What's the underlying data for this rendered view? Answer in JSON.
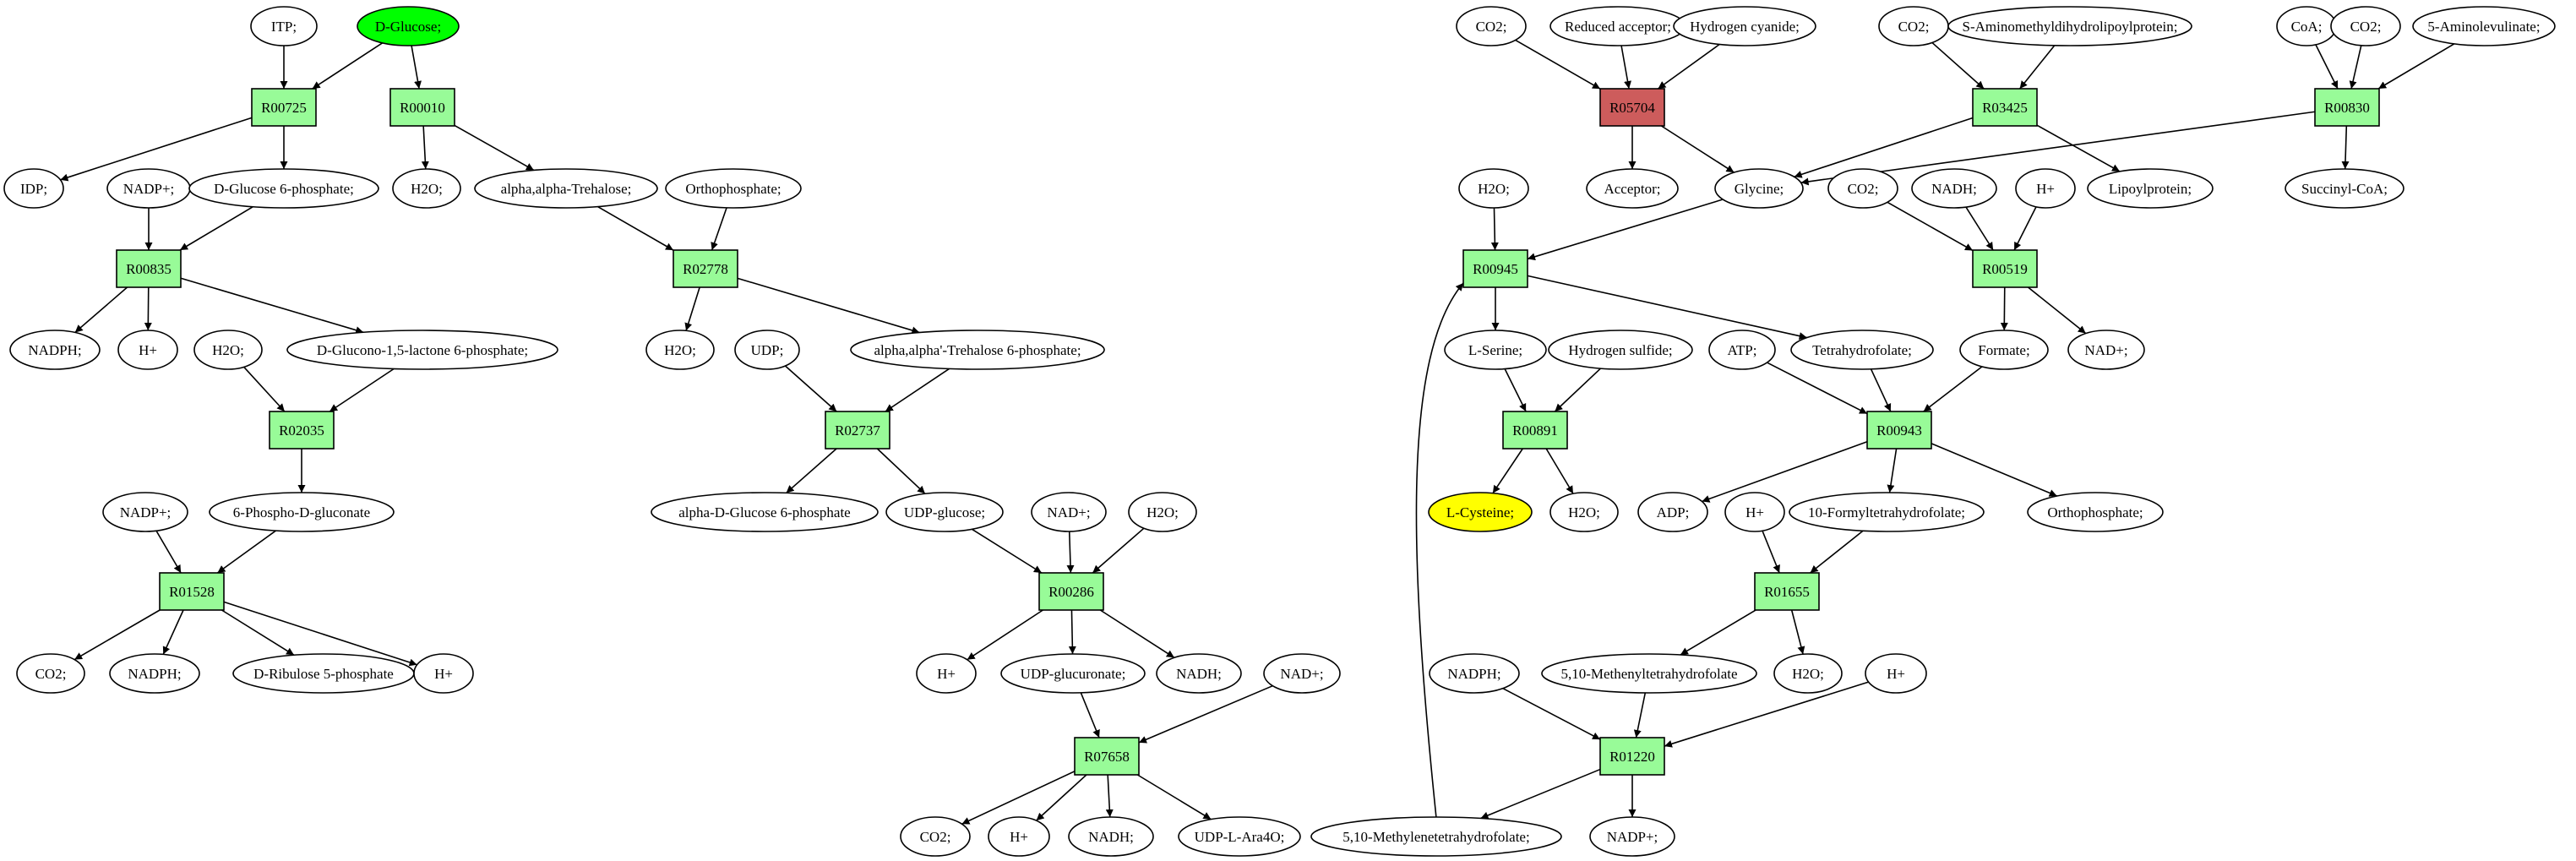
{
  "colors": {
    "background": "#ffffff",
    "metabolite": "#ffffff",
    "reaction": "#98fb98",
    "highlighted_reaction": "#cd5c5c",
    "source_metabolite": "#00ff00",
    "target_metabolite": "#ffff00",
    "edge": "#000000"
  },
  "nodes": [
    {
      "id": "itp",
      "label": "ITP;",
      "kind": "metabolite"
    },
    {
      "id": "dglucose",
      "label": "D-Glucose;",
      "kind": "metabolite",
      "highlight": "source"
    },
    {
      "id": "r00725",
      "label": "R00725",
      "kind": "reaction"
    },
    {
      "id": "r00010",
      "label": "R00010",
      "kind": "reaction"
    },
    {
      "id": "idp",
      "label": "IDP;",
      "kind": "metabolite"
    },
    {
      "id": "nadp_a",
      "label": "NADP+;",
      "kind": "metabolite"
    },
    {
      "id": "dg6p",
      "label": "D-Glucose 6-phosphate;",
      "kind": "metabolite"
    },
    {
      "id": "h2o_a",
      "label": "H2O;",
      "kind": "metabolite"
    },
    {
      "id": "trehalose",
      "label": "alpha,alpha-Trehalose;",
      "kind": "metabolite"
    },
    {
      "id": "orthophosphate_a",
      "label": "Orthophosphate;",
      "kind": "metabolite"
    },
    {
      "id": "r00835",
      "label": "R00835",
      "kind": "reaction"
    },
    {
      "id": "r02778",
      "label": "R02778",
      "kind": "reaction"
    },
    {
      "id": "nadph_a",
      "label": "NADPH;",
      "kind": "metabolite"
    },
    {
      "id": "hplus_a",
      "label": "H+",
      "kind": "metabolite"
    },
    {
      "id": "h2o_b",
      "label": "H2O;",
      "kind": "metabolite"
    },
    {
      "id": "dglucono",
      "label": "D-Glucono-1,5-lactone 6-phosphate;",
      "kind": "metabolite"
    },
    {
      "id": "h2o_c",
      "label": "H2O;",
      "kind": "metabolite"
    },
    {
      "id": "udp",
      "label": "UDP;",
      "kind": "metabolite"
    },
    {
      "id": "trehalose6p",
      "label": "alpha,alpha'-Trehalose 6-phosphate;",
      "kind": "metabolite"
    },
    {
      "id": "r02035",
      "label": "R02035",
      "kind": "reaction"
    },
    {
      "id": "r02737",
      "label": "R02737",
      "kind": "reaction"
    },
    {
      "id": "nadp_b",
      "label": "NADP+;",
      "kind": "metabolite"
    },
    {
      "id": "phosphogluconate",
      "label": "6-Phospho-D-gluconate",
      "kind": "metabolite"
    },
    {
      "id": "adg6p",
      "label": "alpha-D-Glucose 6-phosphate",
      "kind": "metabolite"
    },
    {
      "id": "udpglucose",
      "label": "UDP-glucose;",
      "kind": "metabolite"
    },
    {
      "id": "nad_a",
      "label": "NAD+;",
      "kind": "metabolite"
    },
    {
      "id": "h2o_d",
      "label": "H2O;",
      "kind": "metabolite"
    },
    {
      "id": "r01528",
      "label": "R01528",
      "kind": "reaction"
    },
    {
      "id": "r00286",
      "label": "R00286",
      "kind": "reaction"
    },
    {
      "id": "co2_a",
      "label": "CO2;",
      "kind": "metabolite"
    },
    {
      "id": "nadph_b",
      "label": "NADPH;",
      "kind": "metabolite"
    },
    {
      "id": "ribulose",
      "label": "D-Ribulose 5-phosphate",
      "kind": "metabolite"
    },
    {
      "id": "hplus_b",
      "label": "H+",
      "kind": "metabolite"
    },
    {
      "id": "hplus_c",
      "label": "H+",
      "kind": "metabolite"
    },
    {
      "id": "udpglucuronate",
      "label": "UDP-glucuronate;",
      "kind": "metabolite"
    },
    {
      "id": "nadh_a",
      "label": "NADH;",
      "kind": "metabolite"
    },
    {
      "id": "nad_b",
      "label": "NAD+;",
      "kind": "metabolite"
    },
    {
      "id": "r07658",
      "label": "R07658",
      "kind": "reaction"
    },
    {
      "id": "co2_b",
      "label": "CO2;",
      "kind": "metabolite"
    },
    {
      "id": "hplus_d",
      "label": "H+",
      "kind": "metabolite"
    },
    {
      "id": "nadh_b",
      "label": "NADH;",
      "kind": "metabolite"
    },
    {
      "id": "udpara4o",
      "label": "UDP-L-Ara4O;",
      "kind": "metabolite"
    },
    {
      "id": "co2_c",
      "label": "CO2;",
      "kind": "metabolite"
    },
    {
      "id": "redacceptor",
      "label": "Reduced acceptor;",
      "kind": "metabolite"
    },
    {
      "id": "hcn",
      "label": "Hydrogen cyanide;",
      "kind": "metabolite"
    },
    {
      "id": "co2_d",
      "label": "CO2;",
      "kind": "metabolite"
    },
    {
      "id": "saminomethyl",
      "label": "S-Aminomethyldihydrolipoylprotein;",
      "kind": "metabolite"
    },
    {
      "id": "coa",
      "label": "CoA;",
      "kind": "metabolite"
    },
    {
      "id": "co2_e",
      "label": "CO2;",
      "kind": "metabolite"
    },
    {
      "id": "aminolevulinate",
      "label": "5-Aminolevulinate;",
      "kind": "metabolite"
    },
    {
      "id": "r05704",
      "label": "R05704",
      "kind": "reaction",
      "highlight": "reaction"
    },
    {
      "id": "r03425",
      "label": "R03425",
      "kind": "reaction"
    },
    {
      "id": "r00830",
      "label": "R00830",
      "kind": "reaction"
    },
    {
      "id": "acceptor",
      "label": "Acceptor;",
      "kind": "metabolite"
    },
    {
      "id": "glycine",
      "label": "Glycine;",
      "kind": "metabolite"
    },
    {
      "id": "lipoylprotein",
      "label": "Lipoylprotein;",
      "kind": "metabolite"
    },
    {
      "id": "succinylcoa",
      "label": "Succinyl-CoA;",
      "kind": "metabolite"
    },
    {
      "id": "h2o_e",
      "label": "H2O;",
      "kind": "metabolite"
    },
    {
      "id": "co2_f",
      "label": "CO2;",
      "kind": "metabolite"
    },
    {
      "id": "nadh_c",
      "label": "NADH;",
      "kind": "metabolite"
    },
    {
      "id": "hplus_e",
      "label": "H+",
      "kind": "metabolite"
    },
    {
      "id": "r00945",
      "label": "R00945",
      "kind": "reaction"
    },
    {
      "id": "r00519",
      "label": "R00519",
      "kind": "reaction"
    },
    {
      "id": "lserine",
      "label": "L-Serine;",
      "kind": "metabolite"
    },
    {
      "id": "h2s",
      "label": "Hydrogen sulfide;",
      "kind": "metabolite"
    },
    {
      "id": "atp",
      "label": "ATP;",
      "kind": "metabolite"
    },
    {
      "id": "thf",
      "label": "Tetrahydrofolate;",
      "kind": "metabolite"
    },
    {
      "id": "formate",
      "label": "Formate;",
      "kind": "metabolite"
    },
    {
      "id": "nad_c",
      "label": "NAD+;",
      "kind": "metabolite"
    },
    {
      "id": "r00891",
      "label": "R00891",
      "kind": "reaction"
    },
    {
      "id": "r00943",
      "label": "R00943",
      "kind": "reaction"
    },
    {
      "id": "lcysteine",
      "label": "L-Cysteine;",
      "kind": "metabolite",
      "highlight": "target"
    },
    {
      "id": "h2o_f",
      "label": "H2O;",
      "kind": "metabolite"
    },
    {
      "id": "adp",
      "label": "ADP;",
      "kind": "metabolite"
    },
    {
      "id": "hplus_f",
      "label": "H+",
      "kind": "metabolite"
    },
    {
      "id": "formylthf",
      "label": "10-Formyltetrahydrofolate;",
      "kind": "metabolite"
    },
    {
      "id": "orthophosphate_b",
      "label": "Orthophosphate;",
      "kind": "metabolite"
    },
    {
      "id": "r01655",
      "label": "R01655",
      "kind": "reaction"
    },
    {
      "id": "nadph_c",
      "label": "NADPH;",
      "kind": "metabolite"
    },
    {
      "id": "methenylthf",
      "label": "5,10-Methenyltetrahydrofolate",
      "kind": "metabolite"
    },
    {
      "id": "h2o_g",
      "label": "H2O;",
      "kind": "metabolite"
    },
    {
      "id": "hplus_g",
      "label": "H+",
      "kind": "metabolite"
    },
    {
      "id": "r01220",
      "label": "R01220",
      "kind": "reaction"
    },
    {
      "id": "methylenethf",
      "label": "5,10-Methylenetetrahydrofolate;",
      "kind": "metabolite"
    },
    {
      "id": "nadp_c",
      "label": "NADP+;",
      "kind": "metabolite"
    }
  ],
  "edges": [
    [
      "itp",
      "r00725"
    ],
    [
      "dglucose",
      "r00725"
    ],
    [
      "dglucose",
      "r00010"
    ],
    [
      "r00725",
      "idp"
    ],
    [
      "r00725",
      "dg6p"
    ],
    [
      "r00010",
      "h2o_a"
    ],
    [
      "r00010",
      "trehalose"
    ],
    [
      "nadp_a",
      "r00835"
    ],
    [
      "dg6p",
      "r00835"
    ],
    [
      "r00835",
      "nadph_a"
    ],
    [
      "r00835",
      "hplus_a"
    ],
    [
      "r00835",
      "dglucono"
    ],
    [
      "trehalose",
      "r02778"
    ],
    [
      "orthophosphate_a",
      "r02778"
    ],
    [
      "r02778",
      "h2o_c"
    ],
    [
      "r02778",
      "trehalose6p"
    ],
    [
      "h2o_b",
      "r02035"
    ],
    [
      "dglucono",
      "r02035"
    ],
    [
      "r02035",
      "phosphogluconate"
    ],
    [
      "udp",
      "r02737"
    ],
    [
      "trehalose6p",
      "r02737"
    ],
    [
      "r02737",
      "adg6p"
    ],
    [
      "r02737",
      "udpglucose"
    ],
    [
      "nadp_b",
      "r01528"
    ],
    [
      "phosphogluconate",
      "r01528"
    ],
    [
      "r01528",
      "co2_a"
    ],
    [
      "r01528",
      "nadph_b"
    ],
    [
      "r01528",
      "ribulose"
    ],
    [
      "r01528",
      "hplus_b"
    ],
    [
      "udpglucose",
      "r00286"
    ],
    [
      "nad_a",
      "r00286"
    ],
    [
      "h2o_d",
      "r00286"
    ],
    [
      "r00286",
      "hplus_c"
    ],
    [
      "r00286",
      "udpglucuronate"
    ],
    [
      "r00286",
      "nadh_a"
    ],
    [
      "udpglucuronate",
      "r07658"
    ],
    [
      "nad_b",
      "r07658"
    ],
    [
      "r07658",
      "co2_b"
    ],
    [
      "r07658",
      "hplus_d"
    ],
    [
      "r07658",
      "nadh_b"
    ],
    [
      "r07658",
      "udpara4o"
    ],
    [
      "co2_c",
      "r05704"
    ],
    [
      "redacceptor",
      "r05704"
    ],
    [
      "hcn",
      "r05704"
    ],
    [
      "r05704",
      "acceptor"
    ],
    [
      "r05704",
      "glycine"
    ],
    [
      "co2_d",
      "r03425"
    ],
    [
      "saminomethyl",
      "r03425"
    ],
    [
      "r03425",
      "glycine"
    ],
    [
      "r03425",
      "lipoylprotein"
    ],
    [
      "coa",
      "r00830"
    ],
    [
      "co2_e",
      "r00830"
    ],
    [
      "aminolevulinate",
      "r00830"
    ],
    [
      "r00830",
      "glycine"
    ],
    [
      "r00830",
      "succinylcoa"
    ],
    [
      "h2o_e",
      "r00945"
    ],
    [
      "glycine",
      "r00945"
    ],
    [
      "methylenethf",
      "r00945"
    ],
    [
      "r00945",
      "lserine"
    ],
    [
      "r00945",
      "thf"
    ],
    [
      "co2_f",
      "r00519"
    ],
    [
      "nadh_c",
      "r00519"
    ],
    [
      "hplus_e",
      "r00519"
    ],
    [
      "r00519",
      "formate"
    ],
    [
      "r00519",
      "nad_c"
    ],
    [
      "lserine",
      "r00891"
    ],
    [
      "h2s",
      "r00891"
    ],
    [
      "r00891",
      "lcysteine"
    ],
    [
      "r00891",
      "h2o_f"
    ],
    [
      "atp",
      "r00943"
    ],
    [
      "thf",
      "r00943"
    ],
    [
      "formate",
      "r00943"
    ],
    [
      "r00943",
      "adp"
    ],
    [
      "r00943",
      "formylthf"
    ],
    [
      "r00943",
      "orthophosphate_b"
    ],
    [
      "hplus_f",
      "r01655"
    ],
    [
      "formylthf",
      "r01655"
    ],
    [
      "r01655",
      "methenylthf"
    ],
    [
      "r01655",
      "h2o_g"
    ],
    [
      "nadph_c",
      "r01220"
    ],
    [
      "methenylthf",
      "r01220"
    ],
    [
      "hplus_g",
      "r01220"
    ],
    [
      "r01220",
      "methylenethf"
    ],
    [
      "r01220",
      "nadp_c"
    ]
  ]
}
